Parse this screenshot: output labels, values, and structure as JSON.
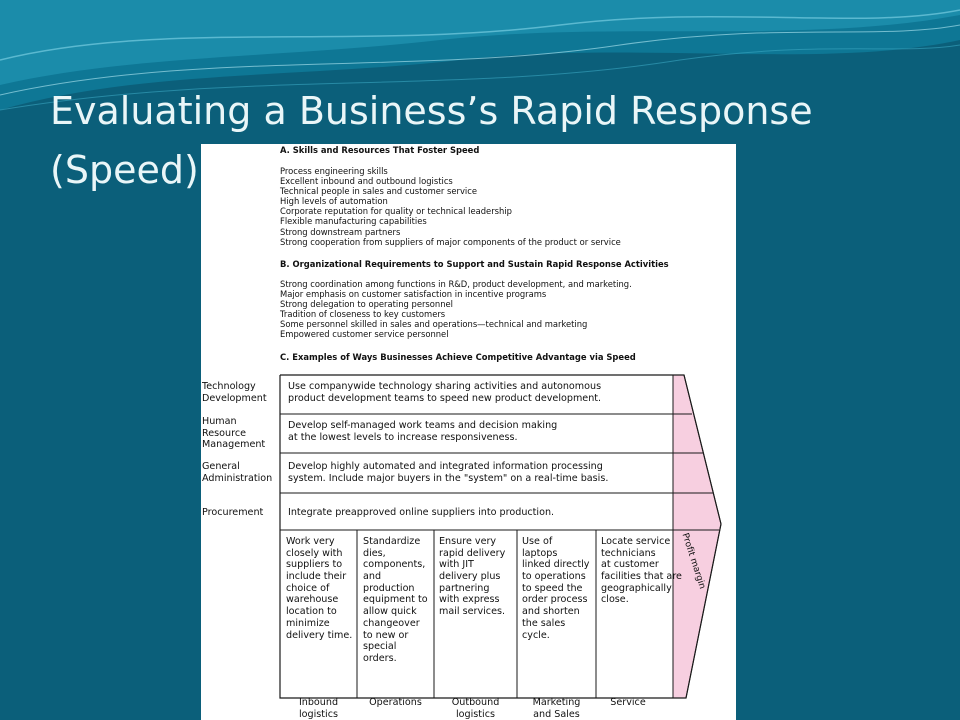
{
  "slide": {
    "title_line1": "Evaluating a Business’s Rapid Response",
    "title_line2": "(Speed)",
    "colors": {
      "background": "#0b5f7a",
      "wave": "#1d8fae",
      "title_text": "#e9f6f8",
      "margin_band": "#f7cfe0"
    }
  },
  "document": {
    "section_a": {
      "heading": "A. Skills and Resources That Foster Speed",
      "items": [
        "Process engineering skills",
        "Excellent inbound and outbound logistics",
        "Technical people in sales and customer service",
        "High levels of automation",
        "Corporate reputation for quality or technical leadership",
        "Flexible manufacturing capabilities",
        "Strong downstream partners",
        "Strong cooperation from suppliers of major components of the product or service"
      ]
    },
    "section_b": {
      "heading": "B. Organizational Requirements to Support and Sustain Rapid Response Activities",
      "items": [
        "Strong coordination among functions in R&D, product development, and marketing.",
        "Major emphasis on customer satisfaction in incentive programs",
        "Strong delegation to operating personnel",
        "Tradition of closeness to key customers",
        "Some personnel skilled in sales and operations—technical and marketing",
        "Empowered customer service personnel"
      ]
    },
    "section_c": {
      "heading": "C. Examples of Ways Businesses Achieve Competitive Advantage via Speed"
    },
    "value_chain": {
      "support_rows": [
        {
          "label_lines": [
            "Technology",
            "Development"
          ],
          "text_lines": [
            "Use companywide technology sharing activities and autonomous",
            "product development teams to speed new product development."
          ]
        },
        {
          "label_lines": [
            "Human",
            "Resource",
            "Management"
          ],
          "text_lines": [
            "Develop self-managed work teams and decision making",
            "at the lowest levels to increase responsiveness."
          ]
        },
        {
          "label_lines": [
            "General",
            "Administration"
          ],
          "text_lines": [
            "Develop highly automated and integrated information processing",
            "system. Include major buyers in the \"system\" on a real-time basis."
          ]
        },
        {
          "label_lines": [
            "Procurement"
          ],
          "text_lines": [
            "Integrate preapproved online suppliers into production."
          ]
        }
      ],
      "primary_columns": [
        {
          "text_lines": [
            "Work very",
            "closely with",
            "suppliers to",
            "include their",
            "choice of",
            "warehouse",
            "location to",
            "minimize",
            "delivery time."
          ],
          "label_lines": [
            "Inbound",
            "logistics"
          ]
        },
        {
          "text_lines": [
            "Standardize",
            "dies,",
            "components,",
            "and",
            "production",
            "equipment to",
            "allow quick",
            "changeover",
            "to new or",
            "special",
            "orders."
          ],
          "label_lines": [
            "Operations"
          ]
        },
        {
          "text_lines": [
            "Ensure very",
            "rapid delivery",
            "with JIT",
            "delivery plus",
            "partnering",
            "with express",
            "mail services."
          ],
          "label_lines": [
            "Outbound",
            "logistics"
          ]
        },
        {
          "text_lines": [
            "Use of",
            "laptops",
            "linked directly",
            "to operations",
            "to speed the",
            "order process",
            "and shorten",
            "the sales",
            "cycle."
          ],
          "label_lines": [
            "Marketing",
            "and Sales"
          ]
        },
        {
          "text_lines": [
            "Locate service",
            "technicians",
            "at customer",
            "facilities that are",
            "geographically",
            "close."
          ],
          "label_lines": [
            "Service"
          ]
        }
      ],
      "margin_label": "Profit margin"
    }
  }
}
